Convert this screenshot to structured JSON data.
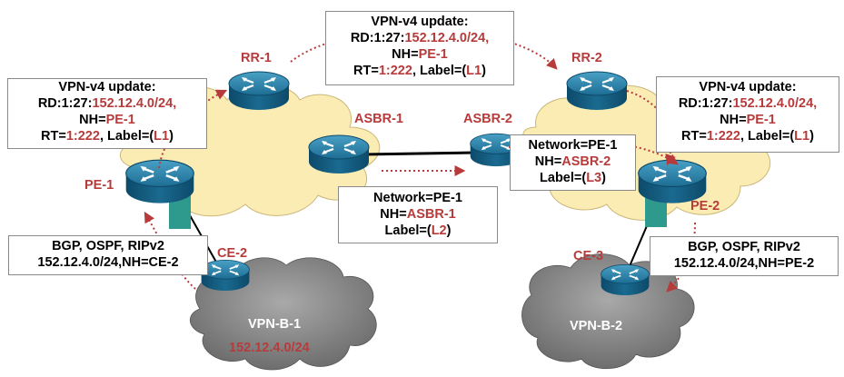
{
  "nodes": {
    "rr1": "RR-1",
    "rr2": "RR-2",
    "asbr1": "ASBR-1",
    "asbr2": "ASBR-2",
    "pe1": "PE-1",
    "pe2": "PE-2",
    "ce2": "CE-2",
    "ce3": "CE-3"
  },
  "sites": {
    "vpnb1": "VPN-B-1",
    "vpnb1_prefix": "152.12.4.0/24",
    "vpnb2": "VPN-B-2"
  },
  "boxes": {
    "top": {
      "title": "VPN-v4 update:",
      "rd_prefix": "RD:1:27:",
      "rd_value": "152.12.4.0/24,",
      "nh_prefix": "NH=",
      "nh_value": "PE-1",
      "rt_prefix": "RT=",
      "rt_value": "1:222",
      "label_prefix": ", Label=(",
      "label_value": "L1",
      "label_suffix": ")"
    },
    "left": {
      "title": "VPN-v4 update:",
      "rd_prefix": "RD:1:27:",
      "rd_value": "152.12.4.0/24,",
      "nh_prefix": "NH=",
      "nh_value": "PE-1",
      "rt_prefix": "RT=",
      "rt_value": "1:222",
      "label_prefix": ", Label=(",
      "label_value": "L1",
      "label_suffix": ")"
    },
    "right": {
      "title": "VPN-v4 update:",
      "rd_prefix": "RD:1:27:",
      "rd_value": "152.12.4.0/24,",
      "nh_prefix": "NH=",
      "nh_value": "PE-1",
      "rt_prefix": "RT=",
      "rt_value": "1:222",
      "label_prefix": ", Label=(",
      "label_value": "L1",
      "label_suffix": ")"
    },
    "asbr1_update": {
      "network": "Network=PE-1",
      "nh_prefix": "NH=",
      "nh_value": "ASBR-1",
      "label_prefix": "Label=(",
      "label_value": "L2",
      "label_suffix": ")"
    },
    "asbr2_update": {
      "network": "Network=PE-1",
      "nh_prefix": "NH=",
      "nh_value": "ASBR-2",
      "label_prefix": "Label=(",
      "label_value": "L3",
      "label_suffix": ")"
    },
    "ce2_update": {
      "protocols": "BGP, OSPF, RIPv2",
      "route": "152.12.4.0/24,NH=CE-2"
    },
    "ce3_update": {
      "protocols": "BGP, OSPF, RIPv2",
      "route": "152.12.4.0/24,NH=PE-2"
    }
  },
  "colors": {
    "accent_red": "#b73b3b",
    "cloud_yellow": "#fbecb3",
    "cloud_gray": "#8c8c8c",
    "router_blue": "#1f6f96",
    "interface_teal": "#2e9a8e"
  }
}
